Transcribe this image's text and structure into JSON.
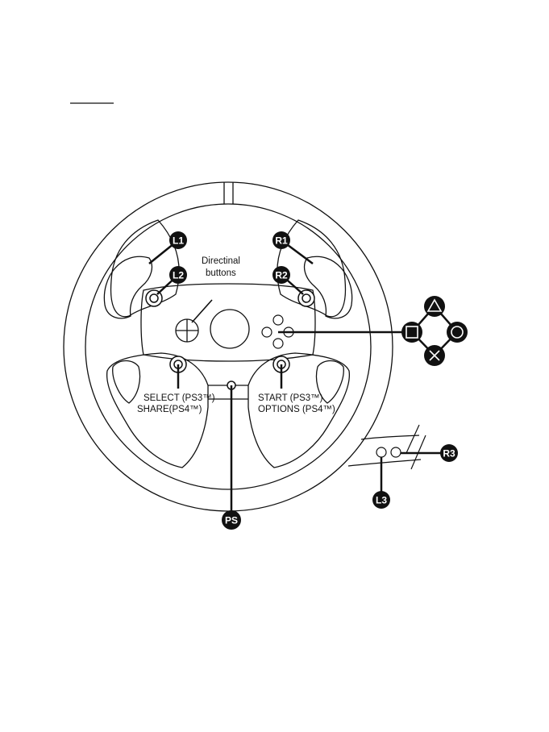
{
  "labels": {
    "directional_line1": "Directinal",
    "directional_line2": "buttons",
    "select_line1": "SELECT (PS3™)",
    "select_line2": "SHARE(PS4™)",
    "start_line1": "START (PS3™)",
    "start_line2": "OPTIONS (PS4™)"
  },
  "badges": {
    "l1": "L1",
    "r1": "R1",
    "l2": "L2",
    "r2": "R2",
    "ps": "PS",
    "l3": "L3",
    "r3": "R3"
  },
  "face_buttons": [
    "triangle-icon",
    "square-icon",
    "circle-icon",
    "cross-icon"
  ],
  "colors": {
    "line": "#111111",
    "badge": "#111111",
    "background": "#ffffff"
  }
}
